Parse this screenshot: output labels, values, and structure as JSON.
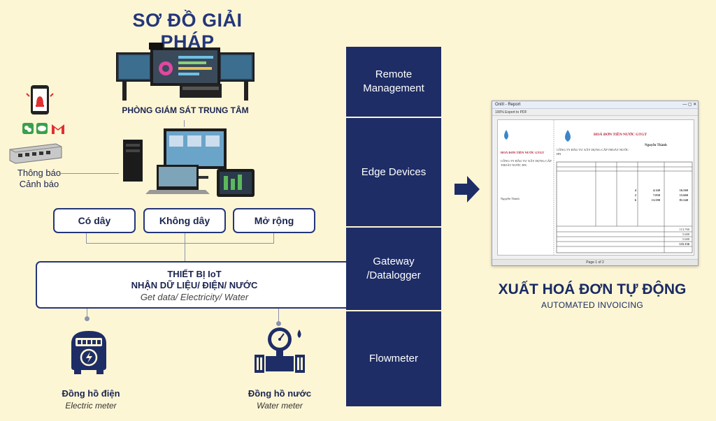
{
  "title": "SƠ ĐỒ GIẢI PHÁP",
  "monitoring_label": "PHÒNG GIÁM SÁT TRUNG TÂM",
  "alerts": {
    "line1": "Thông báo",
    "line2": "Cảnh báo"
  },
  "connections": {
    "wired": "Có dây",
    "wireless": "Không dây",
    "extended": "Mở rộng"
  },
  "iot_device": {
    "line1": "THIẾT BỊ IoT",
    "line2": "NHẬN DỮ LIỆU/ ĐIỆN/ NƯỚC",
    "line3": "Get data/ Electricity/ Water"
  },
  "electric_meter": {
    "vi": "Đồng hồ điện",
    "en": "Electric meter"
  },
  "water_meter": {
    "vi": "Đồng hồ nước",
    "en": "Water meter"
  },
  "layers": {
    "remote_1": "Remote",
    "remote_2": "Management",
    "edge": "Edge Devices",
    "gateway_1": "Gateway",
    "gateway_2": "/Datalogger",
    "flowmeter": "Flowmeter"
  },
  "invoicing": {
    "title": "XUẤT HOÁ ĐƠN TỰ ĐỘNG",
    "subtitle": "AUTOMATED INVOICING"
  },
  "invoice_window": {
    "titlebar": "OnIII - Report",
    "toolbar": "100%   Export to  PDF",
    "page_status": "Page 1 of 2",
    "heading": "HOÁ ĐƠN TIỀN NƯỚC GTGT",
    "left_heading": "HOÁ ĐƠN TIỀN NƯỚC GTGT",
    "company": "CÔNG TY ĐẦU TƯ XÂY DỰNG CẤP THOÁT NƯỚC HN",
    "customer": "Nguyễn Thành",
    "rows": [
      {
        "qty": "4",
        "price": "4.140",
        "amount": "16.560"
      },
      {
        "qty": "2",
        "price": "7.830",
        "amount": "15.660"
      },
      {
        "qty": "6",
        "price": "13.590",
        "amount": "81.540"
      }
    ],
    "totals": [
      "113.760",
      "5.688",
      "5.688",
      "125.136"
    ]
  },
  "colors": {
    "navy": "#1e2d66",
    "background": "#fdf6d5",
    "accent_red": "#e03030",
    "accent_green": "#3aa04a"
  }
}
